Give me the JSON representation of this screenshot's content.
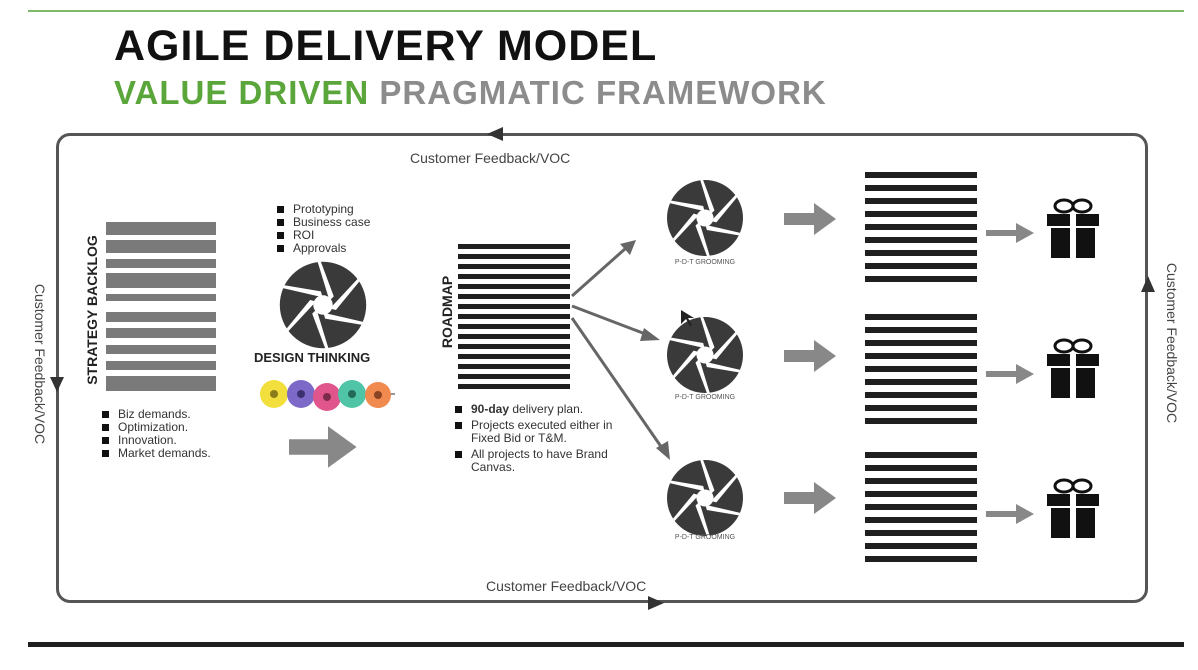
{
  "header": {
    "title": "AGILE DELIVERY MODEL",
    "subtitle_part1": "VALUE DRIVEN",
    "subtitle_part2": "PRAGMATIC FRAMEWORK"
  },
  "feedback": {
    "top": "Customer Feedback/VOC",
    "bottom": "Customer Feedback/VOC",
    "left": "Customer Feedback/VOC",
    "right": "Customer Feedback/VOC"
  },
  "strategy": {
    "label": "STRATEGY BACKLOG",
    "bullets": [
      "Biz demands.",
      "Optimization.",
      "Innovation.",
      "Market demands."
    ]
  },
  "design": {
    "bullets": [
      "Prototyping",
      "Business case",
      "ROI",
      "Approvals"
    ],
    "label": "DESIGN THINKING"
  },
  "roadmap": {
    "label": "ROADMAP",
    "bullet1_bold": "90-day",
    "bullet1_rest": " delivery plan.",
    "bullet2": "Projects executed either in Fixed Bid or T&M.",
    "bullet3": "All projects to have Brand Canvas."
  },
  "grooming": {
    "labels": [
      "P-D-T GROOMING",
      "P-D-T GROOMING",
      "P-D-T GROOMING"
    ]
  },
  "icons": {
    "aperture": "aperture-icon",
    "gift": "gift-icon",
    "arrow": "arrow-right-icon"
  },
  "colors": {
    "green": "#5aa63b",
    "gray_text": "#8c8c8c",
    "dark": "#1f1f1f",
    "bar": "#7a7a7a",
    "line": "#555555"
  }
}
